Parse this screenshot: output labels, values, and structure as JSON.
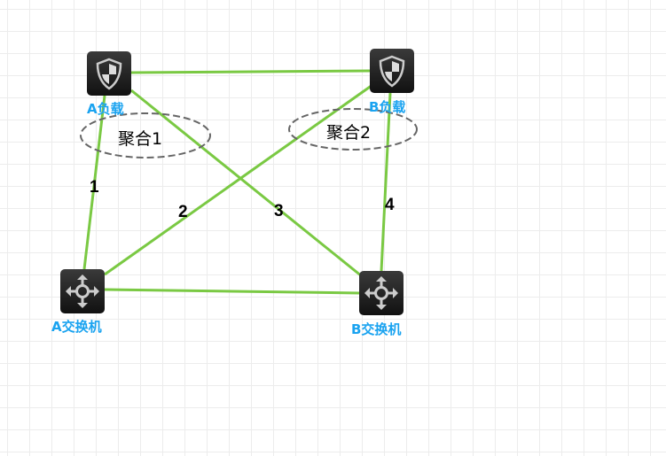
{
  "nodes": {
    "a_load": {
      "label": "A负载",
      "icon": "shield-icon"
    },
    "b_load": {
      "label": "B负载",
      "icon": "shield-icon"
    },
    "a_switch": {
      "label": "A交换机",
      "icon": "switch-arrows-icon"
    },
    "b_switch": {
      "label": "B交换机",
      "icon": "switch-arrows-icon"
    }
  },
  "aggregations": [
    "聚合1",
    "聚合2"
  ],
  "links": [
    "1",
    "2",
    "3",
    "4"
  ],
  "colors": {
    "link": "#7ac943",
    "label": "#1aa3f0",
    "icon_bg": "#222222"
  }
}
